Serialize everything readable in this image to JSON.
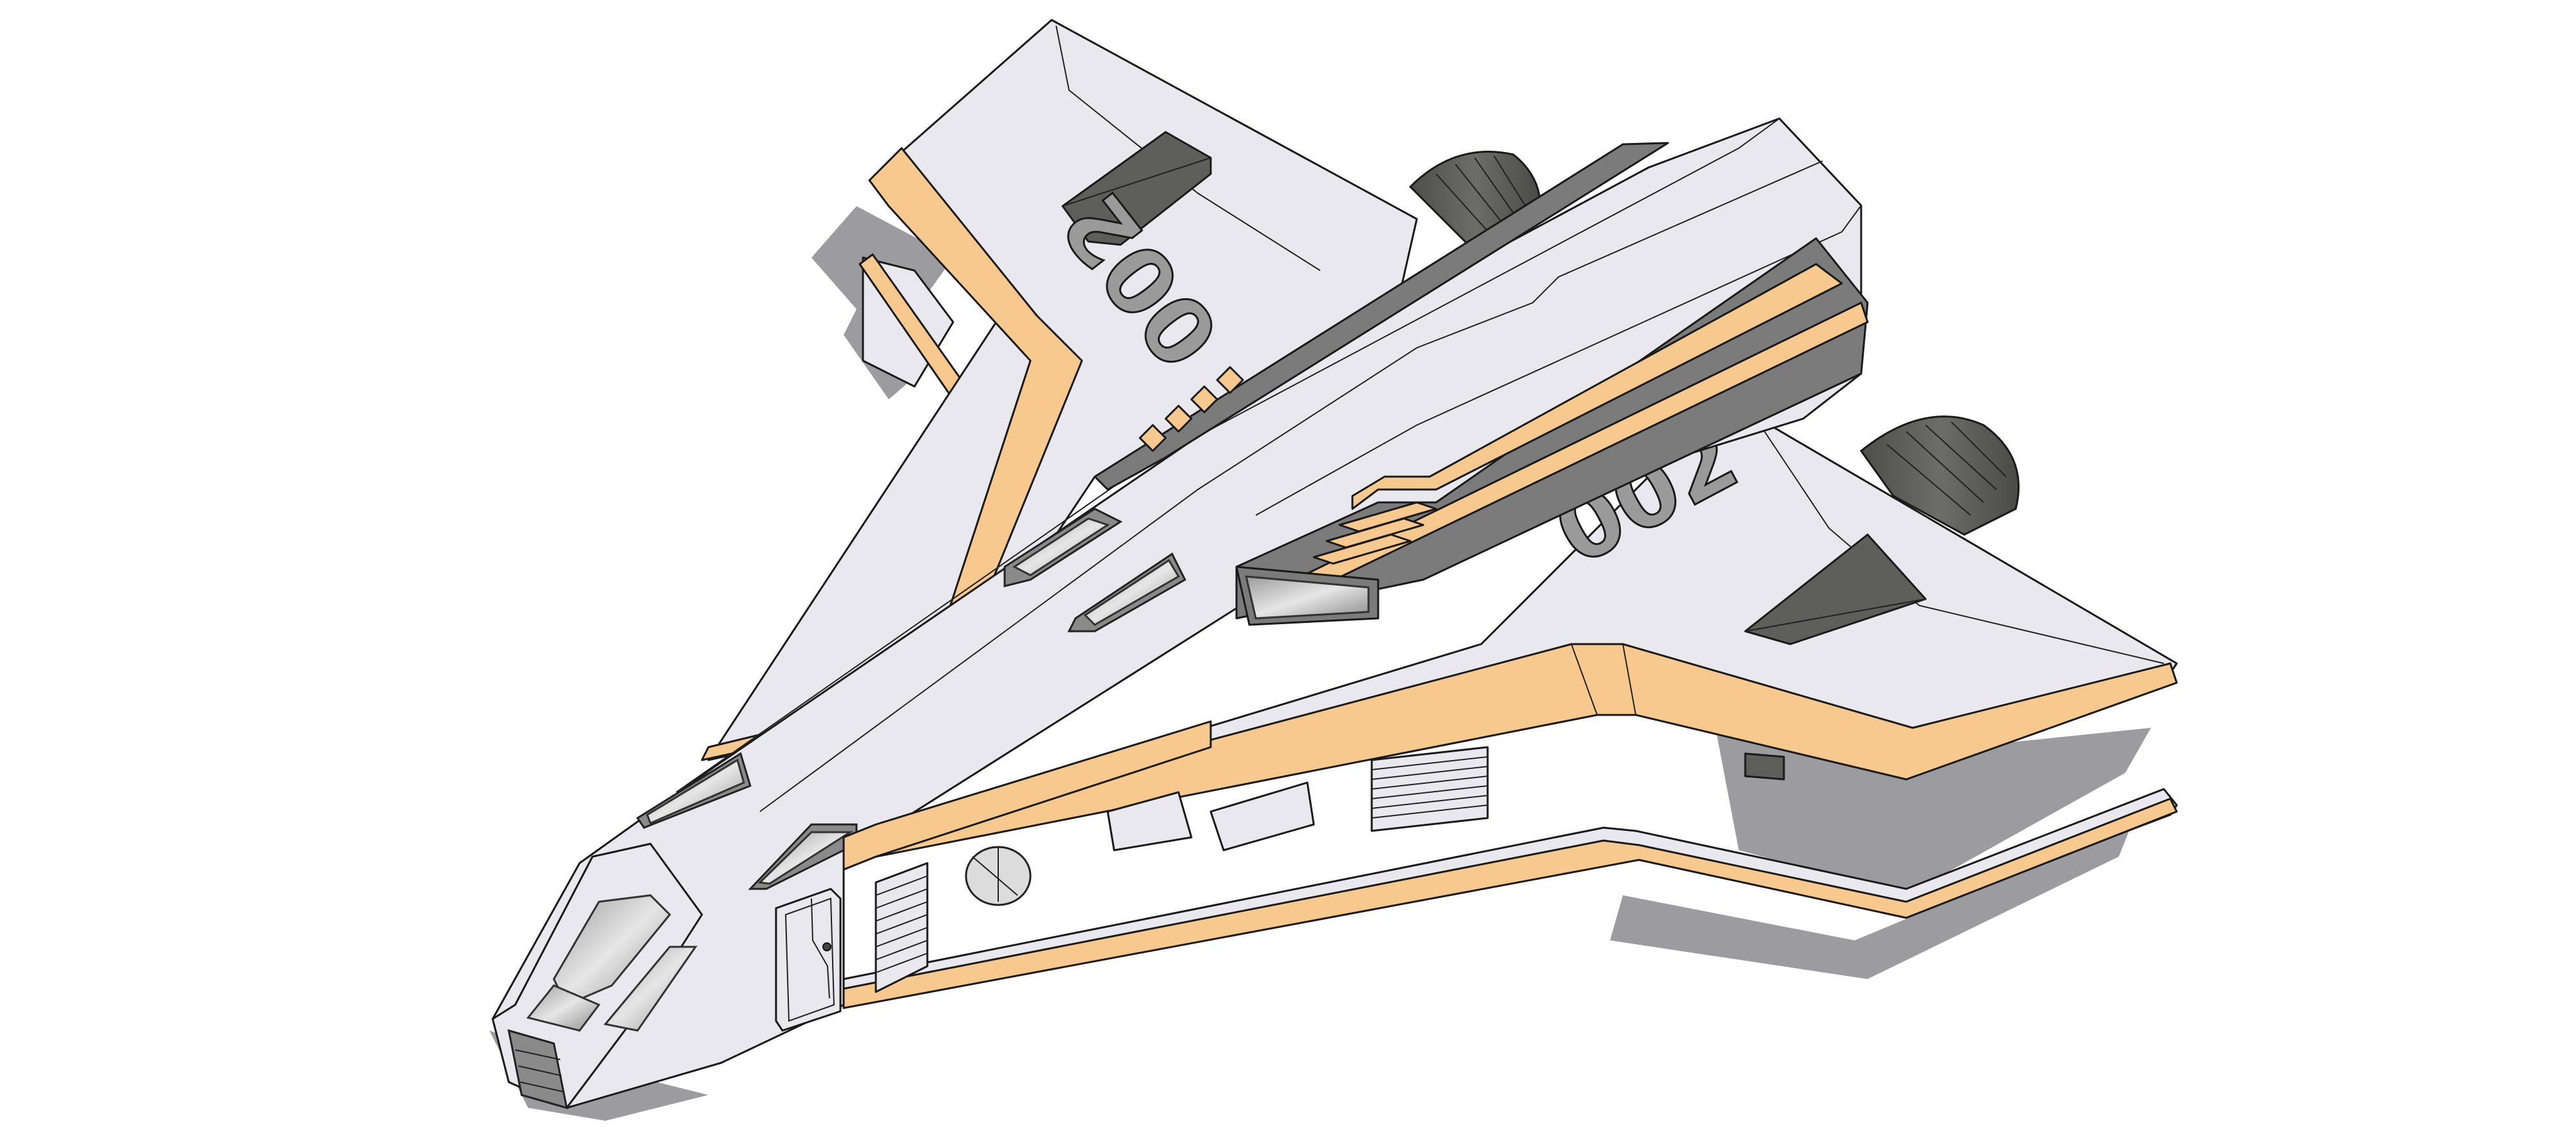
{
  "scene": {
    "subject": "Isometric spacecraft illustration",
    "background": "#ffffff"
  },
  "markings": {
    "right_wing_number": "002",
    "left_wing_number": "002"
  },
  "colors": {
    "hull": "#e8e8ee",
    "accent_orange": "#f7c98f",
    "panel_grey": "#7b7b7b",
    "engine_dark": "#5e5f5a",
    "shadow": "#9c9ca0",
    "outline": "#1a1a1a"
  }
}
